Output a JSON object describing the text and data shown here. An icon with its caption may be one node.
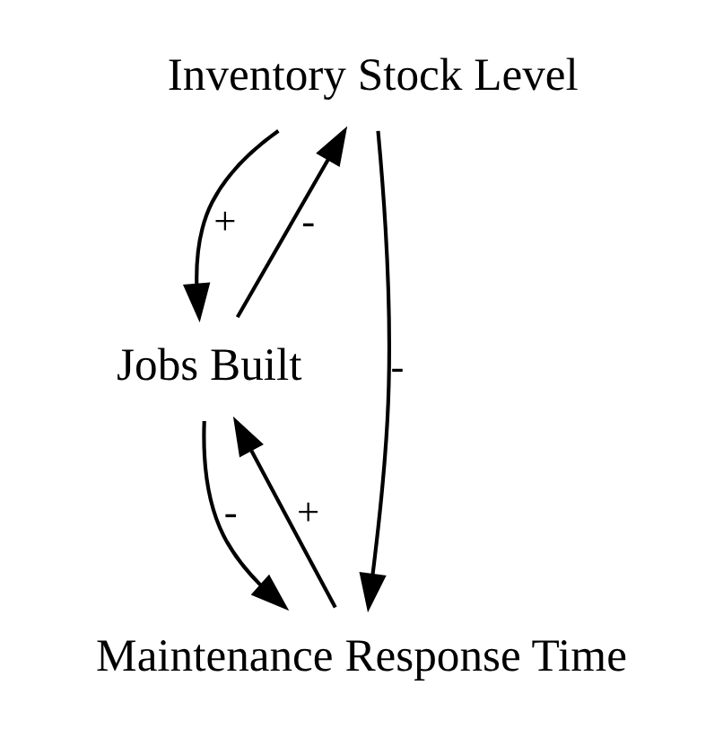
{
  "diagram": {
    "nodes": [
      {
        "text": [
          "Inventory Stock Level"
        ]
      },
      {
        "text": [
          "Jobs Built"
        ]
      },
      {
        "text": [
          "Maintenance Response Time"
        ]
      }
    ],
    "edges": [
      {
        "from": 0,
        "to": 1,
        "arrow": "to",
        "label": "+"
      },
      {
        "from": 1,
        "to": 0,
        "arrow": "to",
        "label": "-"
      },
      {
        "from": 1,
        "to": 2,
        "arrow": "to",
        "label": "-"
      },
      {
        "from": 2,
        "to": 1,
        "arrow": "to",
        "label": "+"
      },
      {
        "from": 0,
        "to": 2,
        "arrow": "to",
        "label": "-"
      }
    ]
  }
}
